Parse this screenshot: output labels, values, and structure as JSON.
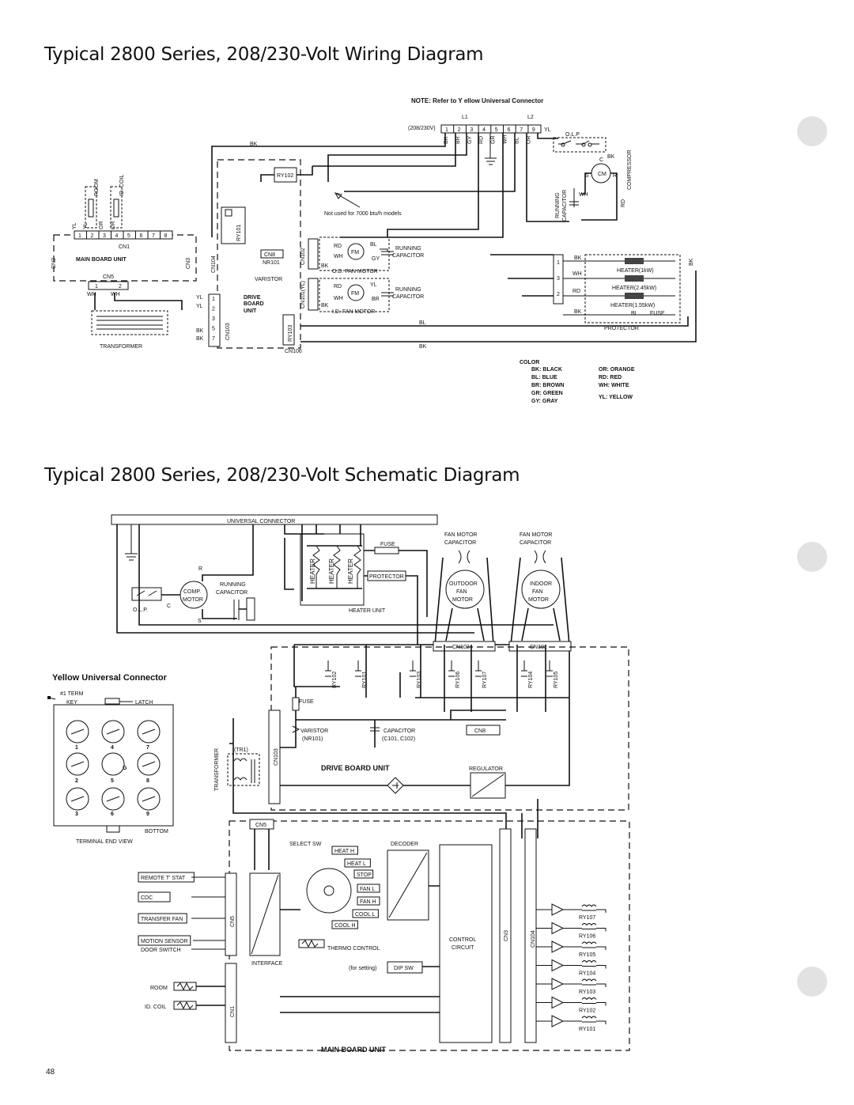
{
  "titles": {
    "wiring": "Typical 2800 Series, 208/230-Volt Wiring Diagram",
    "schematic": "Typical 2800 Series, 208/230-Volt Schematic Diagram"
  },
  "page_number": "48",
  "wiring": {
    "note": "NOTE: Refer to Y ellow Universal Connector",
    "connector_voltage": "(208/230V)",
    "l1": "L1",
    "l2": "L2",
    "pins": [
      "1",
      "2",
      "3",
      "4",
      "5",
      "6",
      "7",
      "9"
    ],
    "wire_colors": [
      "BK",
      "BR",
      "GY",
      "RD",
      "GR",
      "WH",
      "BL",
      "OR"
    ],
    "yl": "YL",
    "olp": "O.L.P",
    "compressor": "COMPRESSOR",
    "cm": "CM",
    "c": "C",
    "s": "S",
    "r": "R",
    "wh": "WH",
    "rd": "RD",
    "bk": "BK",
    "bl": "BL",
    "running_capacitor": "RUNNING CAPACITOR",
    "ry102": "RY102",
    "ry101": "RY101",
    "ry103": "RY103",
    "not_used": "Not used for 7000 btu/h models",
    "room": "ROOM",
    "id_coil": "ID. COIL",
    "cn1": "CN1",
    "cn2": "CN2",
    "cn3": "CN3",
    "cn5": "CN5",
    "cn104": "CN104",
    "cn103": "CN103",
    "cn8": "CN8",
    "nr101": "NR101",
    "varistor": "VARISTOR",
    "cn102": "CN102",
    "cn101": "CN101(YL)",
    "cn106": "CN106",
    "main_board_unit": "MAIN BOARD UNIT",
    "drive_board_unit": "DRIVE BOARD UNIT",
    "drive1": "DRIVE",
    "drive2": "BOARD",
    "drive3": "UNIT",
    "transformer": "TRANSFORMER",
    "fm": "FM",
    "gy": "GY",
    "yl2": "YL",
    "br": "BR",
    "od_fan": "O.D. FAN MOTOR",
    "id_fan": "I.D. FAN MOTOR",
    "running": "RUNNING",
    "capacitor": "CAPACITOR",
    "heater1": "HEATER(1kW)",
    "heater2": "HEATER(2.45kW)",
    "heater3": "HEATER(1.55kW)",
    "fuse": "FUSE",
    "protector": "PROTECTOR",
    "cn1_pins": [
      "1",
      "2",
      "3",
      "4",
      "5",
      "6",
      "7",
      "8"
    ],
    "cn5_pins": [
      "1",
      "2"
    ],
    "tr_pins": [
      "1",
      "2",
      "3",
      "5",
      "7"
    ],
    "heater_pins": [
      "1",
      "3",
      "2"
    ],
    "color_key": {
      "title": "COLOR",
      "left": [
        "BK:  BLACK",
        "BL:  BLUE",
        "BR:  BROWN",
        "GR:  GREEN",
        "GY:  GRAY"
      ],
      "right": [
        "OR:  ORANGE",
        "RD:  RED",
        "WH:  WHITE",
        "YL:  YELLOW"
      ]
    }
  },
  "schematic": {
    "universal_connector": "UNIVERSAL CONNECTOR",
    "fuse": "FUSE",
    "heater": "HEATER",
    "protector": "PROTECTOR",
    "heater_unit": "HEATER UNIT",
    "fan_motor_capacitor": [
      "FAN MOTOR",
      "CAPACITOR"
    ],
    "outdoor_fan_motor": [
      "OUTDOOR",
      "FAN",
      "MOTOR"
    ],
    "indoor_fan_motor": [
      "INDOOR",
      "FAN",
      "MOTOR"
    ],
    "r": "R",
    "c": "C",
    "s": "S",
    "comp_motor": [
      "COMP.",
      "MOTOR"
    ],
    "running_capacitor": [
      "RUNNING",
      "CAPACITOR"
    ],
    "olp": "O.L.P.",
    "cn102": "CN102",
    "cn101": "CN101",
    "relays_top": [
      "RY102",
      "RY101",
      "RY103",
      "RY106",
      "RY107",
      "RY104",
      "RY105"
    ],
    "varistor": "VARISTOR",
    "nr101": "(NR101)",
    "capacitor": "CAPACITOR",
    "c101": "(C101, C102)",
    "cn8": "CN8",
    "tr1": "(TR1)",
    "transformer": "TRANSFORMER",
    "cn103": "CN103",
    "drive_board_unit": "DRIVE BOARD UNIT",
    "regulator": "REGULATOR",
    "cn5": "CN5",
    "select_sw": "SELECT SW",
    "decoder": "DECODER",
    "switch_positions": [
      "HEAT H",
      "HEAT L",
      "STOP",
      "FAN L",
      "FAN H",
      "COOL L",
      "COOL H"
    ],
    "thermo_control": "THERMO CONTROL",
    "control_circuit": [
      "CONTROL",
      "CIRCUIT"
    ],
    "cn3": "CN3",
    "cn104": "CN104",
    "interface": "INTERFACE",
    "for_setting": "(for setting)",
    "dip_sw": "DIP SW",
    "inputs": [
      "REMOTE T' STAT",
      "CDC",
      "TRANSFER FAN",
      "MOTION SENSOR",
      "DOOR SWITCH"
    ],
    "room": "ROOM",
    "id_coil": "ID. COIL",
    "cn5b": "CN5",
    "cn1": "CN1",
    "relays_right": [
      "RY107",
      "RY106",
      "RY105",
      "RY104",
      "RY103",
      "RY102",
      "RY101"
    ],
    "main_board_unit": "MAIN BOARD UNIT"
  },
  "yellow_connector": {
    "title": "Yellow Universal Connector",
    "term": "#1 TERM",
    "key": "KEY",
    "latch": "LATCH",
    "pins": [
      "1",
      "4",
      "7",
      "G",
      "2",
      "5",
      "8",
      "3",
      "6",
      "9"
    ],
    "bottom": "BOTTOM",
    "end_view": "TERMINAL END VIEW"
  }
}
